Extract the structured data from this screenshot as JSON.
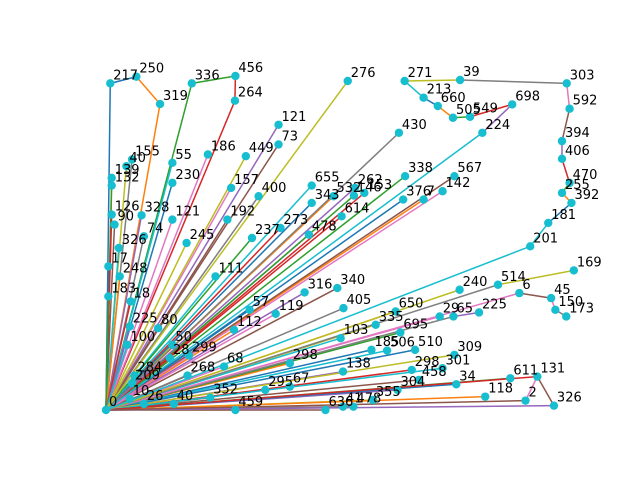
{
  "chart_data": {
    "type": "network",
    "root": "0",
    "xlim": [
      0,
      1
    ],
    "ylim": [
      0,
      1
    ],
    "axes_visible": false,
    "grid": false,
    "node_color": "#17becf",
    "edge_palette": [
      "#1f77b4",
      "#ff7f0e",
      "#2ca02c",
      "#d62728",
      "#9467bd",
      "#8c564b",
      "#e377c2",
      "#7f7f7f",
      "#bcbd22",
      "#17becf"
    ],
    "nodes": [
      {
        "id": "0",
        "x": 0.0,
        "y": 0.0
      },
      {
        "id": "217",
        "x": 0.009,
        "y": 0.978
      },
      {
        "id": "250",
        "x": 0.064,
        "y": 0.998
      },
      {
        "id": "319",
        "x": 0.114,
        "y": 0.916
      },
      {
        "id": "336",
        "x": 0.181,
        "y": 0.978
      },
      {
        "id": "456",
        "x": 0.273,
        "y": 1.0
      },
      {
        "id": "264",
        "x": 0.272,
        "y": 0.926
      },
      {
        "id": "121",
        "x": 0.364,
        "y": 0.854
      },
      {
        "id": "73",
        "x": 0.364,
        "y": 0.795
      },
      {
        "id": "186",
        "x": 0.215,
        "y": 0.765
      },
      {
        "id": "155",
        "x": 0.055,
        "y": 0.75
      },
      {
        "id": "40",
        "x": 0.043,
        "y": 0.73
      },
      {
        "id": "55",
        "x": 0.14,
        "y": 0.74
      },
      {
        "id": "230",
        "x": 0.14,
        "y": 0.68
      },
      {
        "id": "139",
        "x": 0.012,
        "y": 0.695
      },
      {
        "id": "132",
        "x": 0.012,
        "y": 0.672
      },
      {
        "id": "126",
        "x": 0.012,
        "y": 0.585
      },
      {
        "id": "328",
        "x": 0.075,
        "y": 0.583
      },
      {
        "id": "90",
        "x": 0.018,
        "y": 0.555
      },
      {
        "id": "121b",
        "x": 0.14,
        "y": 0.57
      },
      {
        "id": "74",
        "x": 0.08,
        "y": 0.52
      },
      {
        "id": "245",
        "x": 0.17,
        "y": 0.5
      },
      {
        "id": "326",
        "x": 0.027,
        "y": 0.485
      },
      {
        "id": "17",
        "x": 0.005,
        "y": 0.43
      },
      {
        "id": "248",
        "x": 0.029,
        "y": 0.4
      },
      {
        "id": "183",
        "x": 0.005,
        "y": 0.34
      },
      {
        "id": "18",
        "x": 0.052,
        "y": 0.325
      },
      {
        "id": "225",
        "x": 0.05,
        "y": 0.25
      },
      {
        "id": "28",
        "x": 0.135,
        "y": 0.155
      },
      {
        "id": "299",
        "x": 0.175,
        "y": 0.163
      },
      {
        "id": "80",
        "x": 0.11,
        "y": 0.245
      },
      {
        "id": "50",
        "x": 0.14,
        "y": 0.195
      },
      {
        "id": "100",
        "x": 0.045,
        "y": 0.195
      },
      {
        "id": "284",
        "x": 0.06,
        "y": 0.103
      },
      {
        "id": "209",
        "x": 0.055,
        "y": 0.08
      },
      {
        "id": "10",
        "x": 0.05,
        "y": 0.033
      },
      {
        "id": "26",
        "x": 0.08,
        "y": 0.018
      },
      {
        "id": "40b",
        "x": 0.143,
        "y": 0.018
      },
      {
        "id": "268",
        "x": 0.172,
        "y": 0.103
      },
      {
        "id": "68",
        "x": 0.249,
        "y": 0.13
      },
      {
        "id": "352",
        "x": 0.22,
        "y": 0.037
      },
      {
        "id": "459",
        "x": 0.273,
        "y": 0.0
      },
      {
        "id": "111",
        "x": 0.231,
        "y": 0.4
      },
      {
        "id": "57",
        "x": 0.303,
        "y": 0.3
      },
      {
        "id": "112",
        "x": 0.27,
        "y": 0.24
      },
      {
        "id": "237",
        "x": 0.308,
        "y": 0.515
      },
      {
        "id": "273",
        "x": 0.368,
        "y": 0.545
      },
      {
        "id": "478",
        "x": 0.428,
        "y": 0.525
      },
      {
        "id": "192",
        "x": 0.256,
        "y": 0.57
      },
      {
        "id": "157",
        "x": 0.264,
        "y": 0.665
      },
      {
        "id": "400",
        "x": 0.322,
        "y": 0.64
      },
      {
        "id": "449",
        "x": 0.295,
        "y": 0.76
      },
      {
        "id": "655",
        "x": 0.434,
        "y": 0.672
      },
      {
        "id": "343",
        "x": 0.434,
        "y": 0.62
      },
      {
        "id": "532",
        "x": 0.48,
        "y": 0.64
      },
      {
        "id": "146",
        "x": 0.523,
        "y": 0.642
      },
      {
        "id": "614",
        "x": 0.497,
        "y": 0.58
      },
      {
        "id": "316",
        "x": 0.419,
        "y": 0.352
      },
      {
        "id": "340",
        "x": 0.488,
        "y": 0.365
      },
      {
        "id": "119",
        "x": 0.358,
        "y": 0.288
      },
      {
        "id": "405",
        "x": 0.501,
        "y": 0.305
      },
      {
        "id": "335",
        "x": 0.569,
        "y": 0.255
      },
      {
        "id": "103",
        "x": 0.495,
        "y": 0.215
      },
      {
        "id": "185",
        "x": 0.56,
        "y": 0.18
      },
      {
        "id": "298",
        "x": 0.388,
        "y": 0.14
      },
      {
        "id": "295",
        "x": 0.336,
        "y": 0.06
      },
      {
        "id": "67",
        "x": 0.388,
        "y": 0.07
      },
      {
        "id": "138",
        "x": 0.5,
        "y": 0.115
      },
      {
        "id": "636",
        "x": 0.463,
        "y": 0.0
      },
      {
        "id": "41",
        "x": 0.5,
        "y": 0.01
      },
      {
        "id": "478b",
        "x": 0.522,
        "y": 0.01
      },
      {
        "id": "355",
        "x": 0.563,
        "y": 0.03
      },
      {
        "id": "506",
        "x": 0.593,
        "y": 0.178
      },
      {
        "id": "510",
        "x": 0.652,
        "y": 0.18
      },
      {
        "id": "650",
        "x": 0.611,
        "y": 0.295
      },
      {
        "id": "695",
        "x": 0.621,
        "y": 0.232
      },
      {
        "id": "298b",
        "x": 0.645,
        "y": 0.12
      },
      {
        "id": "304",
        "x": 0.615,
        "y": 0.06
      },
      {
        "id": "458",
        "x": 0.66,
        "y": 0.09
      },
      {
        "id": "29",
        "x": 0.704,
        "y": 0.28
      },
      {
        "id": "65",
        "x": 0.733,
        "y": 0.28
      },
      {
        "id": "225b",
        "x": 0.787,
        "y": 0.292
      },
      {
        "id": "309",
        "x": 0.735,
        "y": 0.165
      },
      {
        "id": "301",
        "x": 0.71,
        "y": 0.125
      },
      {
        "id": "34",
        "x": 0.739,
        "y": 0.077
      },
      {
        "id": "118",
        "x": 0.8,
        "y": 0.04
      },
      {
        "id": "611",
        "x": 0.853,
        "y": 0.095
      },
      {
        "id": "131",
        "x": 0.91,
        "y": 0.1
      },
      {
        "id": "326b",
        "x": 0.945,
        "y": 0.013
      },
      {
        "id": "2",
        "x": 0.885,
        "y": 0.028
      },
      {
        "id": "150",
        "x": 0.948,
        "y": 0.3
      },
      {
        "id": "173",
        "x": 0.971,
        "y": 0.28
      },
      {
        "id": "45",
        "x": 0.939,
        "y": 0.335
      },
      {
        "id": "6",
        "x": 0.872,
        "y": 0.35
      },
      {
        "id": "169",
        "x": 0.987,
        "y": 0.418
      },
      {
        "id": "514",
        "x": 0.827,
        "y": 0.375
      },
      {
        "id": "240",
        "x": 0.746,
        "y": 0.36
      },
      {
        "id": "201",
        "x": 0.895,
        "y": 0.49
      },
      {
        "id": "181",
        "x": 0.933,
        "y": 0.56
      },
      {
        "id": "392",
        "x": 0.982,
        "y": 0.62
      },
      {
        "id": "255",
        "x": 0.962,
        "y": 0.65
      },
      {
        "id": "470",
        "x": 0.978,
        "y": 0.68
      },
      {
        "id": "406",
        "x": 0.962,
        "y": 0.752
      },
      {
        "id": "394",
        "x": 0.962,
        "y": 0.805
      },
      {
        "id": "592",
        "x": 0.978,
        "y": 0.902
      },
      {
        "id": "303",
        "x": 0.972,
        "y": 0.978
      },
      {
        "id": "39",
        "x": 0.747,
        "y": 0.988
      },
      {
        "id": "698",
        "x": 0.857,
        "y": 0.915
      },
      {
        "id": "549",
        "x": 0.768,
        "y": 0.878
      },
      {
        "id": "224",
        "x": 0.794,
        "y": 0.83
      },
      {
        "id": "271",
        "x": 0.63,
        "y": 0.985
      },
      {
        "id": "276",
        "x": 0.51,
        "y": 0.985
      },
      {
        "id": "213",
        "x": 0.67,
        "y": 0.935
      },
      {
        "id": "660",
        "x": 0.7,
        "y": 0.91
      },
      {
        "id": "505",
        "x": 0.732,
        "y": 0.875
      },
      {
        "id": "430",
        "x": 0.618,
        "y": 0.83
      },
      {
        "id": "376",
        "x": 0.627,
        "y": 0.63
      },
      {
        "id": "7",
        "x": 0.67,
        "y": 0.63
      },
      {
        "id": "338",
        "x": 0.631,
        "y": 0.7
      },
      {
        "id": "153",
        "x": 0.545,
        "y": 0.65
      },
      {
        "id": "262",
        "x": 0.525,
        "y": 0.665
      },
      {
        "id": "567",
        "x": 0.735,
        "y": 0.7
      },
      {
        "id": "142",
        "x": 0.71,
        "y": 0.655
      }
    ],
    "edges": [
      [
        "0",
        "217"
      ],
      [
        "0",
        "319"
      ],
      [
        "0",
        "336"
      ],
      [
        "0",
        "264"
      ],
      [
        "0",
        "121"
      ],
      [
        "0",
        "73"
      ],
      [
        "0",
        "186"
      ],
      [
        "0",
        "155"
      ],
      [
        "0",
        "40"
      ],
      [
        "0",
        "55"
      ],
      [
        "0",
        "230"
      ],
      [
        "0",
        "139"
      ],
      [
        "0",
        "132"
      ],
      [
        "0",
        "126"
      ],
      [
        "0",
        "328"
      ],
      [
        "0",
        "90"
      ],
      [
        "0",
        "121b"
      ],
      [
        "0",
        "74"
      ],
      [
        "0",
        "245"
      ],
      [
        "0",
        "326"
      ],
      [
        "0",
        "17"
      ],
      [
        "0",
        "248"
      ],
      [
        "0",
        "183"
      ],
      [
        "0",
        "18"
      ],
      [
        "0",
        "225"
      ],
      [
        "0",
        "28"
      ],
      [
        "0",
        "299"
      ],
      [
        "0",
        "80"
      ],
      [
        "0",
        "50"
      ],
      [
        "0",
        "100"
      ],
      [
        "0",
        "284"
      ],
      [
        "0",
        "209"
      ],
      [
        "0",
        "10"
      ],
      [
        "0",
        "26"
      ],
      [
        "0",
        "40b"
      ],
      [
        "0",
        "268"
      ],
      [
        "0",
        "68"
      ],
      [
        "0",
        "352"
      ],
      [
        "0",
        "459"
      ],
      [
        "0",
        "111"
      ],
      [
        "0",
        "57"
      ],
      [
        "0",
        "112"
      ],
      [
        "0",
        "237"
      ],
      [
        "0",
        "273"
      ],
      [
        "0",
        "478"
      ],
      [
        "0",
        "192"
      ],
      [
        "0",
        "157"
      ],
      [
        "0",
        "400"
      ],
      [
        "0",
        "449"
      ],
      [
        "0",
        "655"
      ],
      [
        "0",
        "343"
      ],
      [
        "0",
        "532"
      ],
      [
        "0",
        "146"
      ],
      [
        "0",
        "614"
      ],
      [
        "0",
        "316"
      ],
      [
        "0",
        "340"
      ],
      [
        "0",
        "119"
      ],
      [
        "0",
        "405"
      ],
      [
        "0",
        "335"
      ],
      [
        "0",
        "103"
      ],
      [
        "0",
        "185"
      ],
      [
        "0",
        "298"
      ],
      [
        "0",
        "295"
      ],
      [
        "0",
        "67"
      ],
      [
        "0",
        "138"
      ],
      [
        "0",
        "636"
      ],
      [
        "0",
        "41"
      ],
      [
        "0",
        "478b"
      ],
      [
        "0",
        "355"
      ],
      [
        "0",
        "506"
      ],
      [
        "0",
        "510"
      ],
      [
        "0",
        "650"
      ],
      [
        "0",
        "695"
      ],
      [
        "0",
        "298b"
      ],
      [
        "0",
        "304"
      ],
      [
        "0",
        "458"
      ],
      [
        "0",
        "29"
      ],
      [
        "0",
        "65"
      ],
      [
        "0",
        "309"
      ],
      [
        "0",
        "301"
      ],
      [
        "0",
        "34"
      ],
      [
        "0",
        "118"
      ],
      [
        "0",
        "611"
      ],
      [
        "0",
        "131"
      ],
      [
        "0",
        "326b"
      ],
      [
        "0",
        "2"
      ],
      [
        "0",
        "6"
      ],
      [
        "0",
        "514"
      ],
      [
        "0",
        "240"
      ],
      [
        "0",
        "201"
      ],
      [
        "0",
        "376"
      ],
      [
        "0",
        "7"
      ],
      [
        "0",
        "338"
      ],
      [
        "0",
        "153"
      ],
      [
        "0",
        "262"
      ],
      [
        "0",
        "567"
      ],
      [
        "0",
        "142"
      ],
      [
        "0",
        "430"
      ],
      [
        "0",
        "276"
      ],
      [
        "0",
        "224"
      ],
      [
        "217",
        "250"
      ],
      [
        "250",
        "319"
      ],
      [
        "336",
        "456"
      ],
      [
        "456",
        "264"
      ],
      [
        "65",
        "225b"
      ],
      [
        "6",
        "45"
      ],
      [
        "45",
        "150"
      ],
      [
        "150",
        "173"
      ],
      [
        "514",
        "169"
      ],
      [
        "201",
        "181"
      ],
      [
        "181",
        "392"
      ],
      [
        "392",
        "255"
      ],
      [
        "255",
        "470"
      ],
      [
        "470",
        "406"
      ],
      [
        "406",
        "394"
      ],
      [
        "394",
        "592"
      ],
      [
        "592",
        "303"
      ],
      [
        "303",
        "39"
      ],
      [
        "39",
        "271"
      ],
      [
        "271",
        "213"
      ],
      [
        "213",
        "660"
      ],
      [
        "660",
        "505"
      ],
      [
        "505",
        "549"
      ],
      [
        "549",
        "698"
      ],
      [
        "698",
        "224"
      ],
      [
        "131",
        "326b"
      ],
      [
        "131",
        "2"
      ]
    ]
  }
}
